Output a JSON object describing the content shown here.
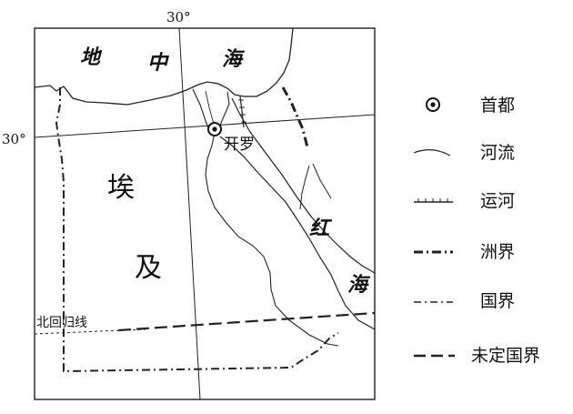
{
  "coordinates": {
    "longitude_top": "30°",
    "latitude_left": "30°"
  },
  "labels": {
    "sea_1": "地",
    "sea_2": "中",
    "sea_3": "海",
    "country_1": "埃",
    "country_2": "及",
    "red_sea_1": "红",
    "red_sea_2": "海",
    "capital": "开罗",
    "tropic": "北回归线"
  },
  "legend": {
    "capital": "首都",
    "river": "河流",
    "canal": "运河",
    "continent_boundary": "洲界",
    "national_boundary": "国界",
    "undefined_boundary": "未定国界"
  }
}
